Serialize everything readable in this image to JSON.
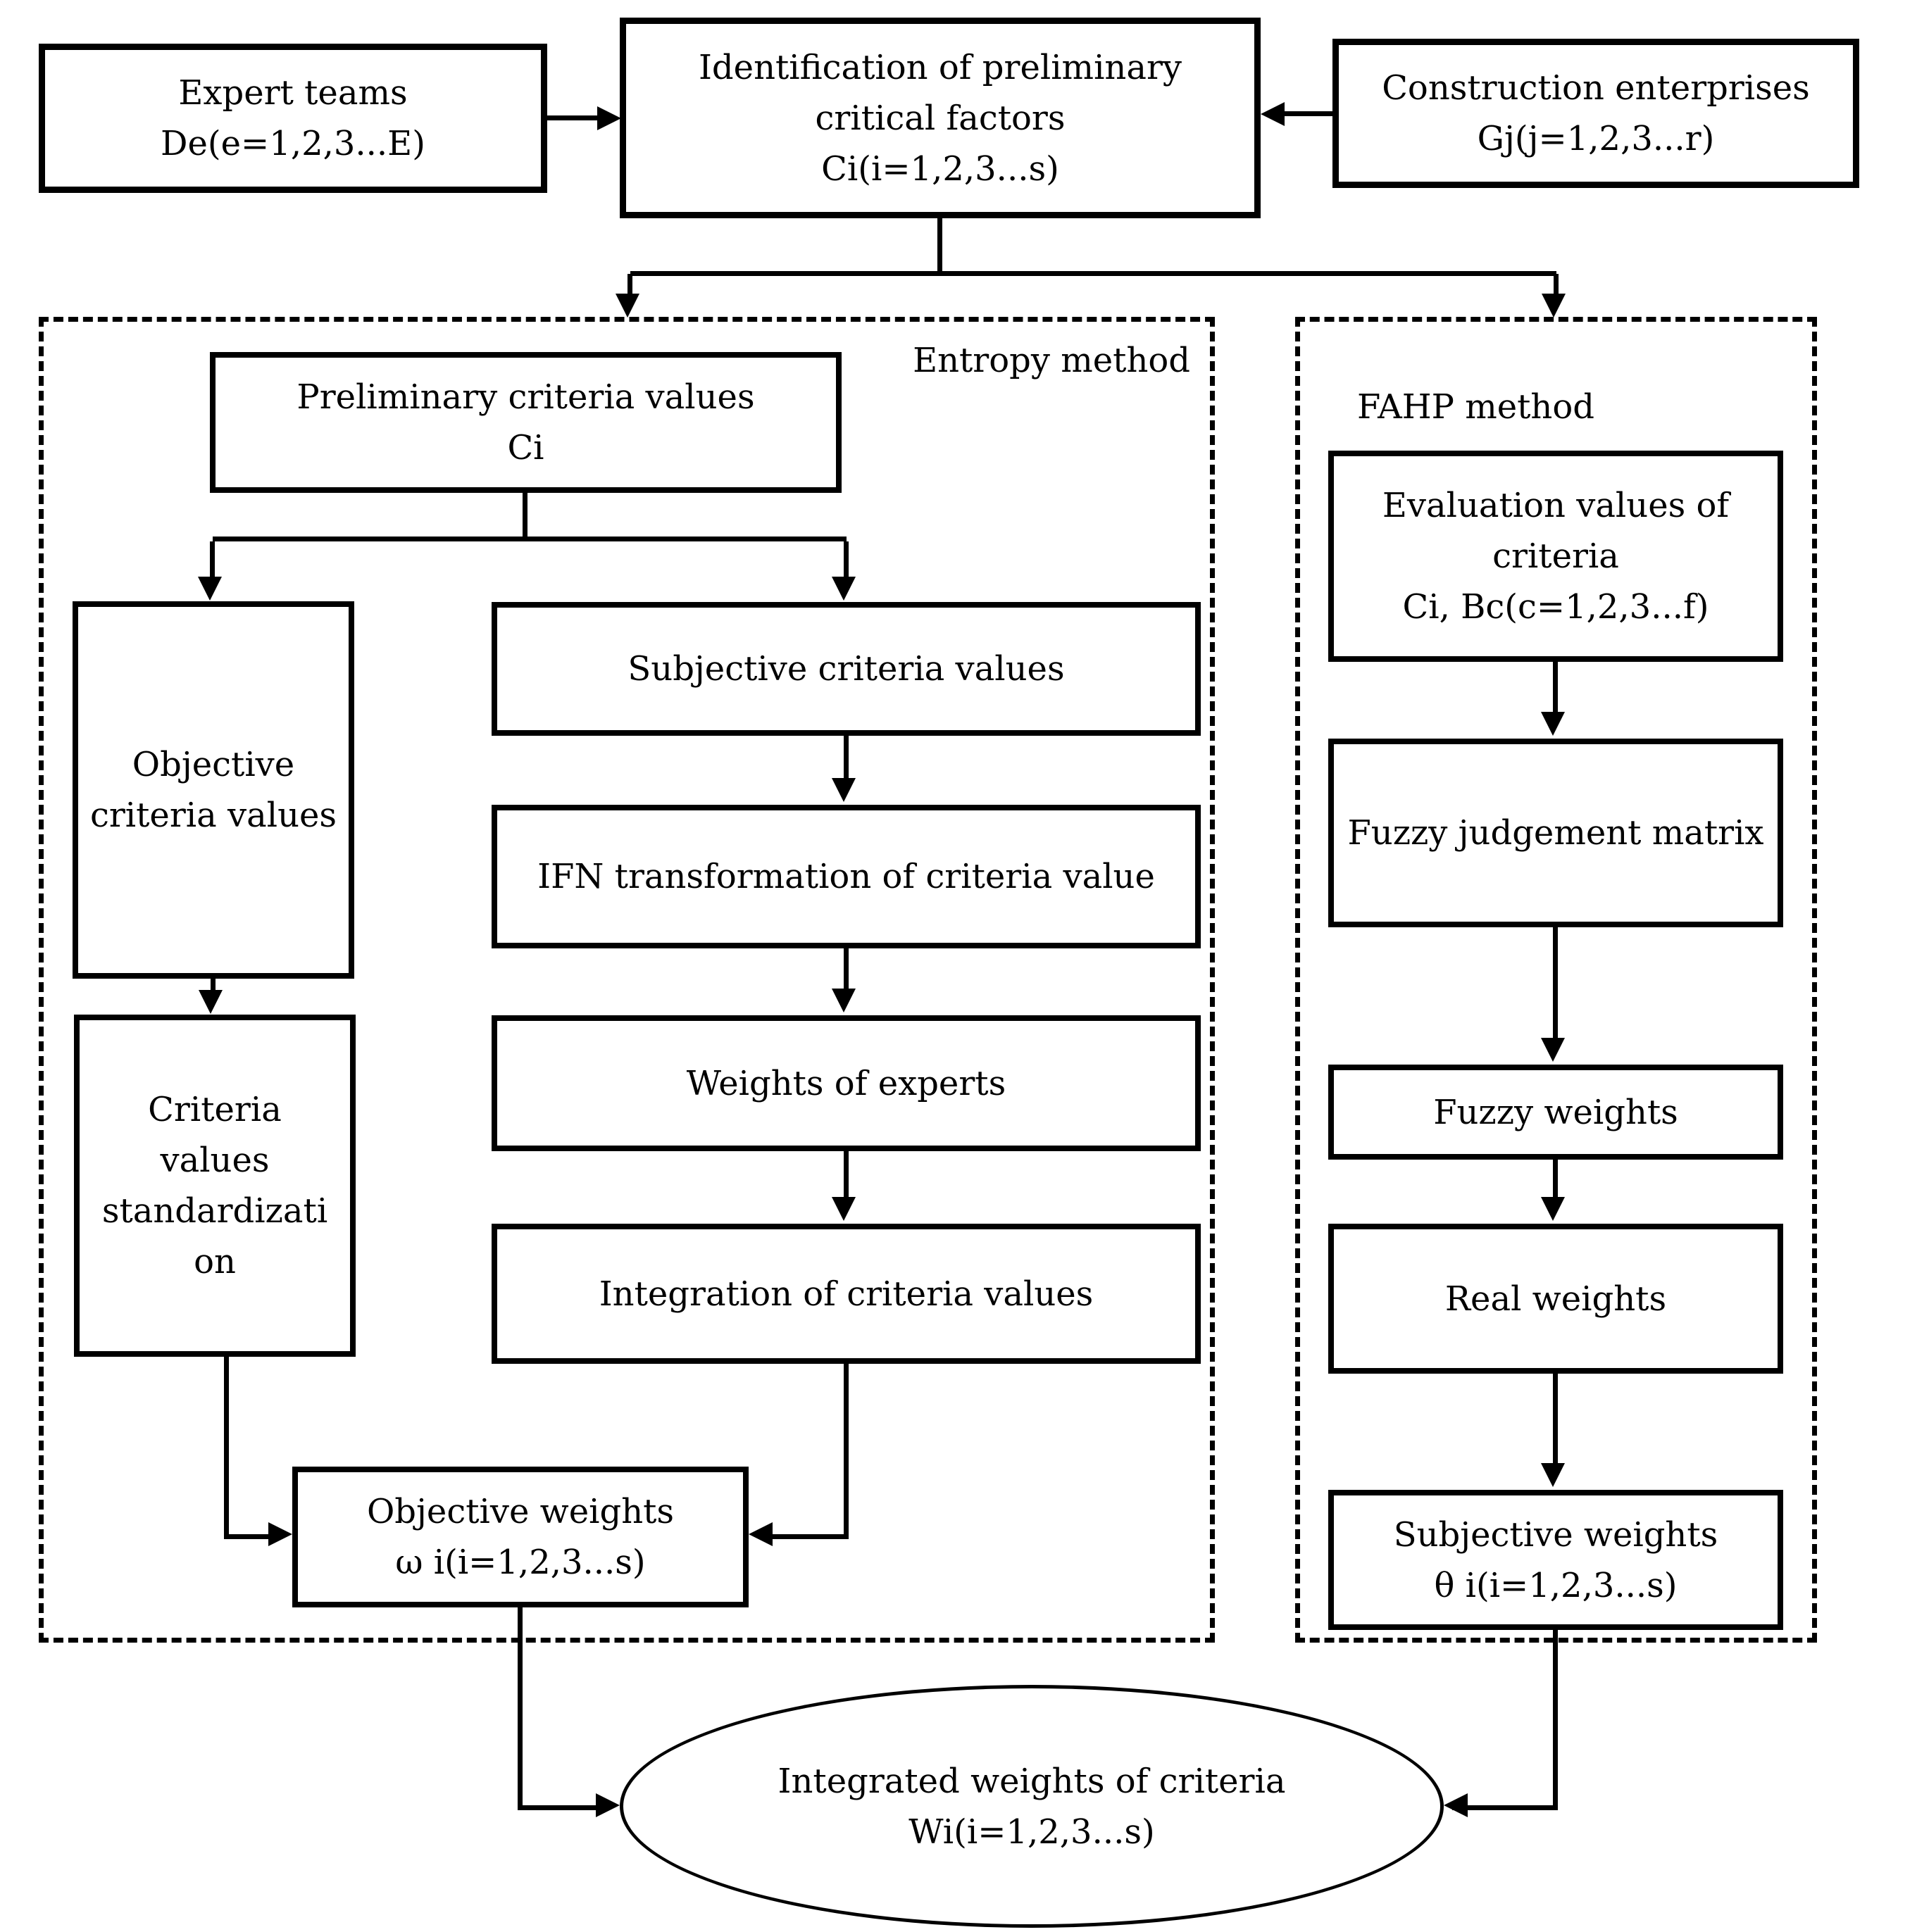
{
  "diagram": {
    "colors": {
      "ink": "#000000",
      "background": "#ffffff"
    },
    "top": {
      "expert_teams": {
        "line1": "Expert teams",
        "line2": "De(e=1,2,3...E)"
      },
      "identification": {
        "line1": "Identification of preliminary",
        "line2": "critical factors",
        "line3": "Ci(i=1,2,3...s)"
      },
      "construction": {
        "line1": "Construction enterprises",
        "line2": "Gj(j=1,2,3...r)"
      }
    },
    "entropy": {
      "label": "Entropy method",
      "preliminary": {
        "line1": "Preliminary criteria values",
        "line2": "Ci"
      },
      "objective_criteria": {
        "line1": "Objective",
        "line2": "criteria values"
      },
      "subjective_criteria": {
        "line1": "Subjective criteria values"
      },
      "ifn": {
        "line1": "IFN transformation of criteria value"
      },
      "weights_experts": {
        "line1": "Weights of experts"
      },
      "integration": {
        "line1": "Integration of criteria values"
      },
      "standardization": {
        "line1": "Criteria",
        "line2": "values",
        "line3": "standardizati",
        "line4": "on"
      },
      "objective_weights": {
        "line1": "Objective weights",
        "line2": "ω i(i=1,2,3...s)"
      }
    },
    "fahp": {
      "label": "FAHP method",
      "evaluation": {
        "line1": "Evaluation values of",
        "line2": "criteria",
        "line3": "Ci, Bc(c=1,2,3...f)"
      },
      "fuzzy_matrix": {
        "line1": "Fuzzy judgement matrix"
      },
      "fuzzy_weights": {
        "line1": "Fuzzy weights"
      },
      "real_weights": {
        "line1": "Real weights"
      },
      "subjective_weights": {
        "line1": "Subjective weights",
        "line2": "θ i(i=1,2,3...s)"
      }
    },
    "result": {
      "line1": "Integrated weights of criteria",
      "line2": "Wi(i=1,2,3...s)"
    }
  }
}
